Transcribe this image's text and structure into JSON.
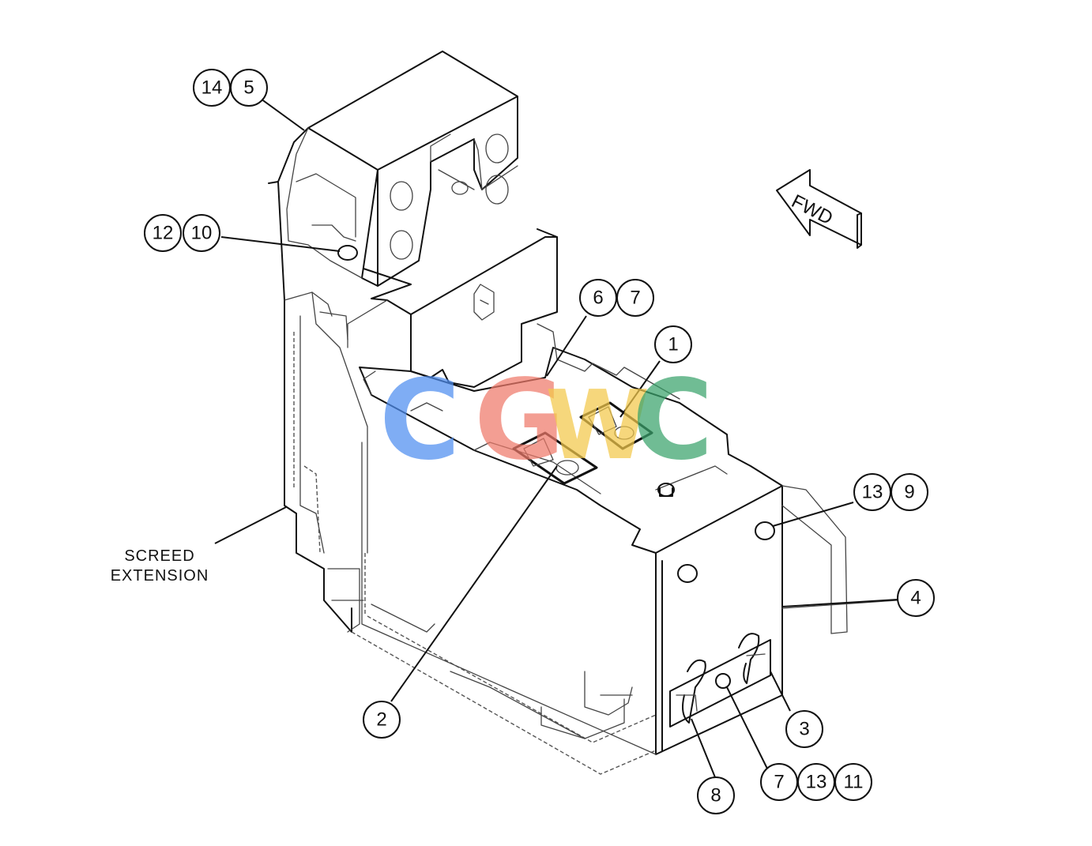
{
  "labels": {
    "screed_line1": "SCREED",
    "screed_line2": "EXTENSION",
    "fwd": "FWD"
  },
  "callouts": {
    "c14": "14",
    "c5": "5",
    "c12": "12",
    "c10": "10",
    "c6": "6",
    "c7a": "7",
    "c1": "1",
    "c13a": "13",
    "c9": "9",
    "c4": "4",
    "c3": "3",
    "c2": "2",
    "c8": "8",
    "c7b": "7",
    "c13b": "13",
    "c11": "11"
  },
  "watermark": {
    "letters": [
      "C",
      "G",
      "W",
      "C"
    ],
    "colors": [
      "#4f8ef0",
      "#ef7a6a",
      "#f3c84a",
      "#3aa36b"
    ]
  }
}
